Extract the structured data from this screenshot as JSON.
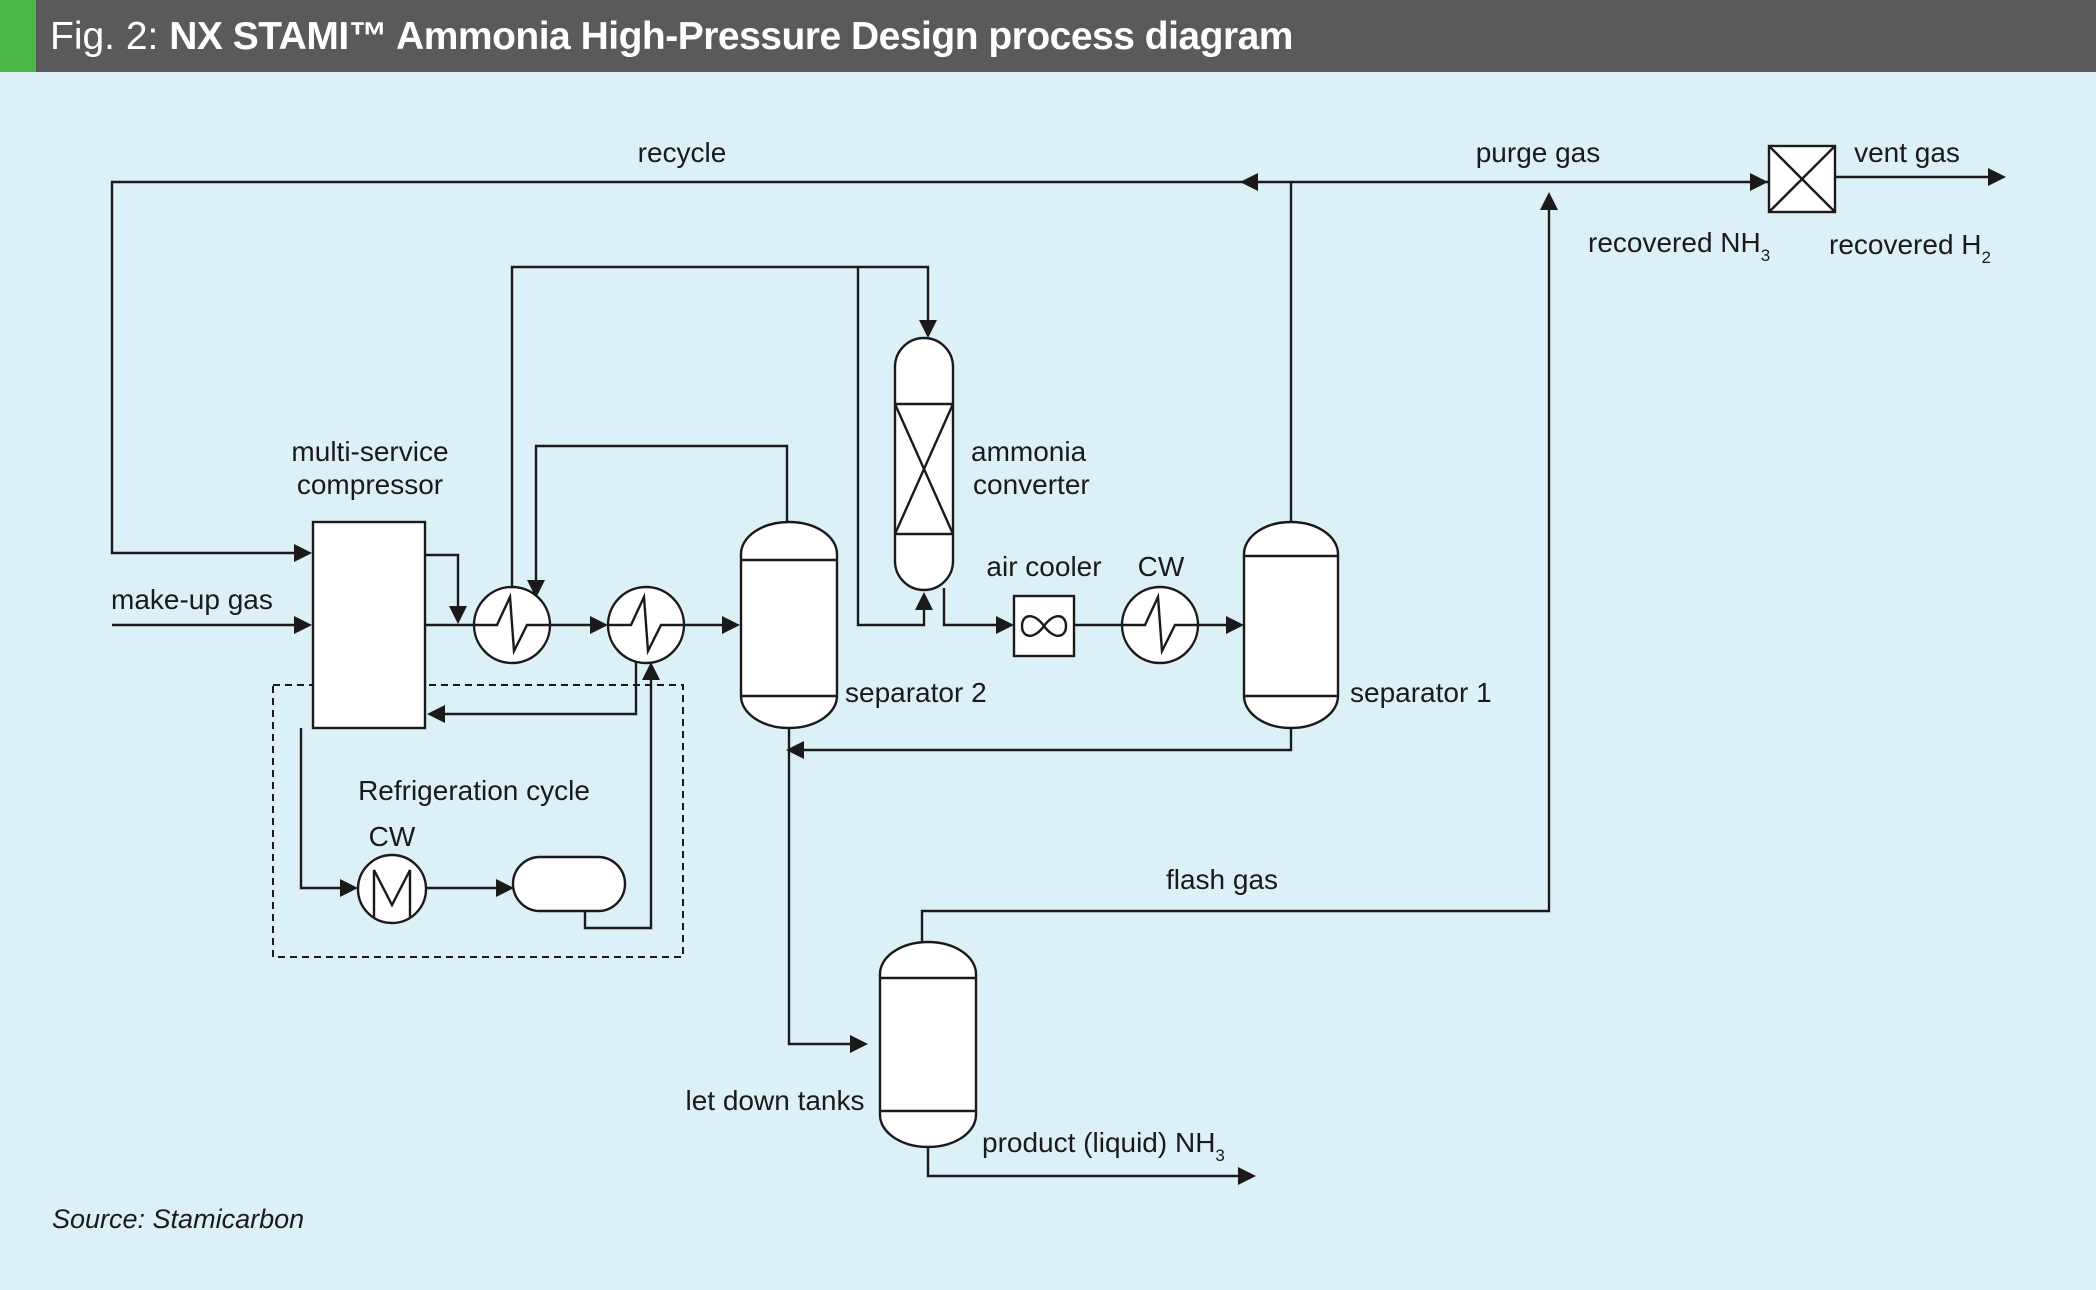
{
  "header": {
    "fig_label": "Fig. 2:",
    "title": "NX STAMI™ Ammonia High-Pressure Design process diagram",
    "bar_color": "#5a595b",
    "accent_color": "#4bb747"
  },
  "background_color": "#dcf0f8",
  "labels": {
    "recycle": "recycle",
    "purge_gas": "purge gas",
    "vent_gas": "vent gas",
    "recovered_nh3": "recovered NH",
    "recovered_nh3_sub": "3",
    "recovered_h2": "recovered H",
    "recovered_h2_sub": "2",
    "multi_service_1": "multi-service",
    "multi_service_2": "compressor",
    "make_up_gas": "make-up gas",
    "ammonia_converter_1": "ammonia",
    "ammonia_converter_2": "converter",
    "air_cooler": "air cooler",
    "cw_top": "CW",
    "separator_2": "separator 2",
    "separator_1": "separator 1",
    "refrigeration_cycle": "Refrigeration cycle",
    "cw_refrig": "CW",
    "flash_gas": "flash gas",
    "let_down_tanks": "let down tanks",
    "product": "product (liquid) NH",
    "product_sub": "3"
  },
  "source": "Source: Stamicarbon"
}
